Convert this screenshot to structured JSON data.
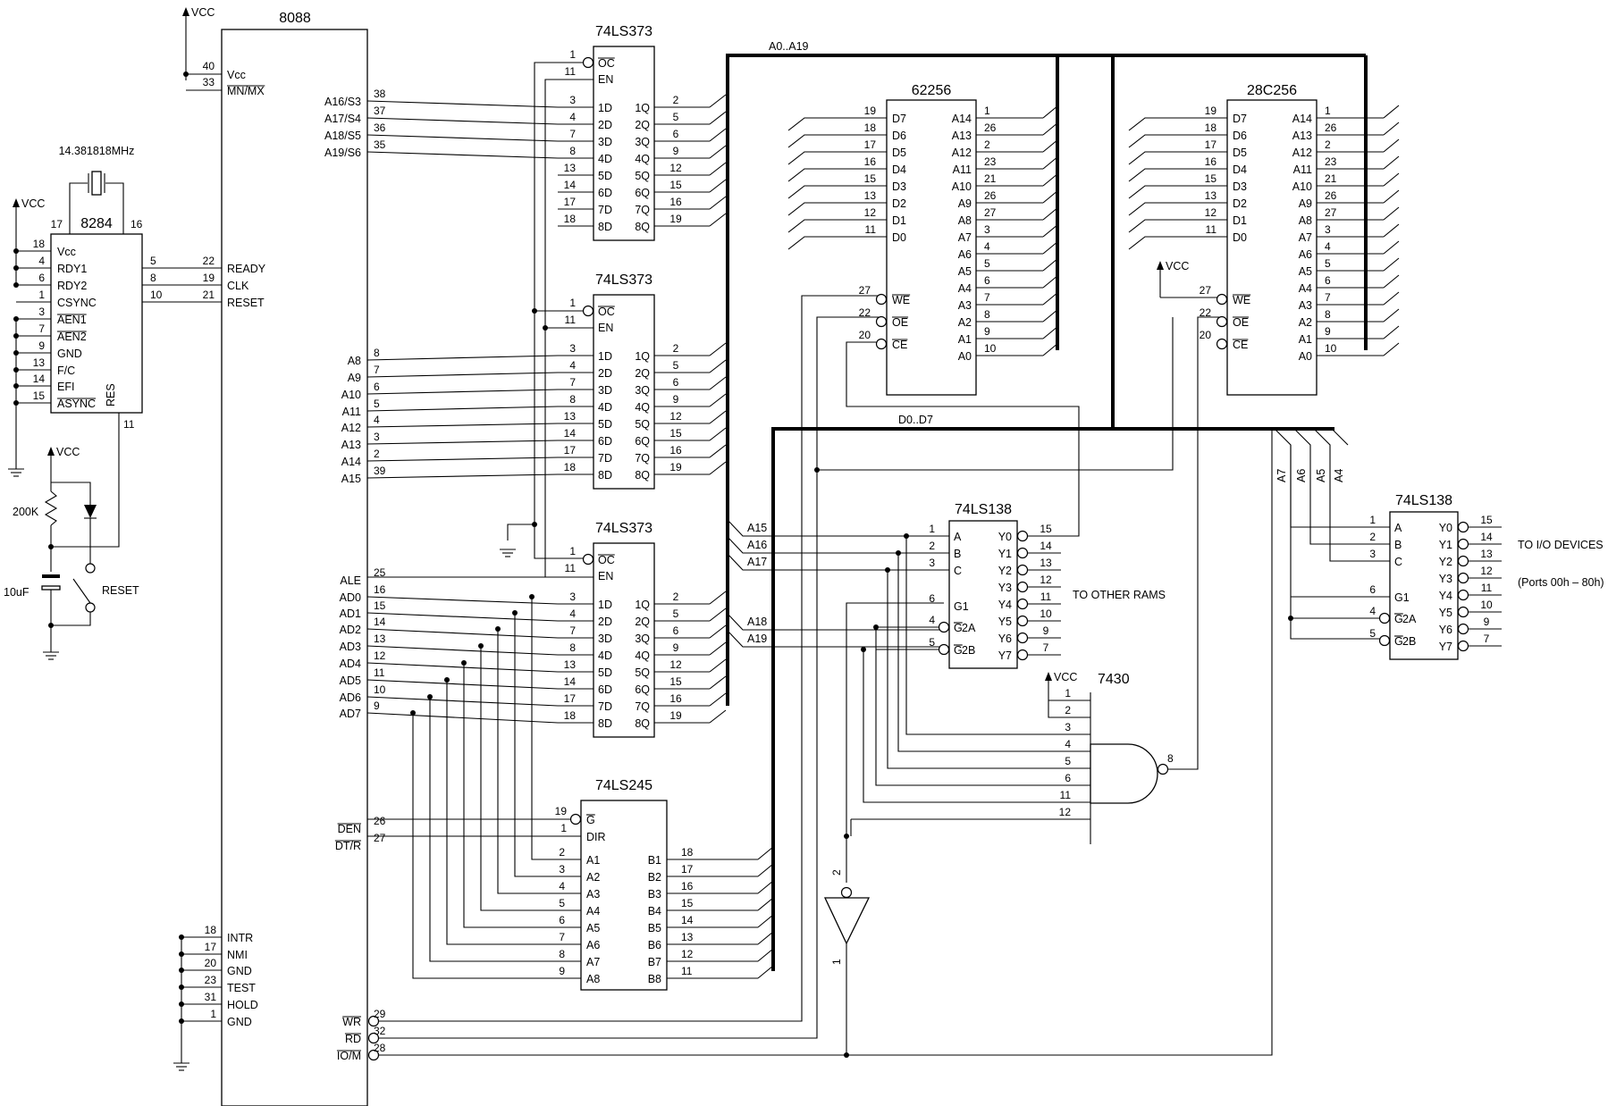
{
  "labels": {
    "vcc": "VCC",
    "crystal": "14.381818MHz",
    "r200k": "200K",
    "c10uf": "10uF",
    "reset": "RESET",
    "bus_a": "A0..A19",
    "bus_d": "D0..D7",
    "other_rams": "TO OTHER RAMS",
    "io_devices": "TO I/O DEVICES",
    "ports": "(Ports 00h – 80h)"
  },
  "chips": {
    "cpu": {
      "name": "8088",
      "top": [
        {
          "num": "40",
          "sig": "Vcc",
          "bar": false
        },
        {
          "num": "33",
          "sig": "MN/MX",
          "bar": true
        }
      ],
      "right": [
        {
          "num": "38",
          "sig": "A16/S3"
        },
        {
          "num": "37",
          "sig": "A17/S4"
        },
        {
          "num": "36",
          "sig": "A18/S5"
        },
        {
          "num": "35",
          "sig": "A19/S6"
        },
        {
          "num": "8",
          "sig": "A8"
        },
        {
          "num": "7",
          "sig": "A9"
        },
        {
          "num": "6",
          "sig": "A10"
        },
        {
          "num": "5",
          "sig": "A11"
        },
        {
          "num": "4",
          "sig": "A12"
        },
        {
          "num": "3",
          "sig": "A13"
        },
        {
          "num": "2",
          "sig": "A14"
        },
        {
          "num": "39",
          "sig": "A15"
        },
        {
          "num": "25",
          "sig": "ALE"
        },
        {
          "num": "16",
          "sig": "AD0"
        },
        {
          "num": "15",
          "sig": "AD1"
        },
        {
          "num": "14",
          "sig": "AD2"
        },
        {
          "num": "13",
          "sig": "AD3"
        },
        {
          "num": "12",
          "sig": "AD4"
        },
        {
          "num": "11",
          "sig": "AD5"
        },
        {
          "num": "10",
          "sig": "AD6"
        },
        {
          "num": "9",
          "sig": "AD7"
        },
        {
          "num": "26",
          "sig": "DEN",
          "bar": true
        },
        {
          "num": "27",
          "sig": "DT/R",
          "bar": true
        },
        {
          "num": "29",
          "sig": "WR",
          "bar": true
        },
        {
          "num": "32",
          "sig": "RD",
          "bar": true
        },
        {
          "num": "28",
          "sig": "IO/M",
          "bar": true
        }
      ],
      "left": [
        {
          "num": "18",
          "sig": "INTR"
        },
        {
          "num": "17",
          "sig": "NMI"
        },
        {
          "num": "20",
          "sig": "GND"
        },
        {
          "num": "23",
          "sig": "TEST"
        },
        {
          "num": "31",
          "sig": "HOLD"
        },
        {
          "num": "1",
          "sig": "GND"
        }
      ],
      "clk_in": [
        {
          "num": "22",
          "sig": "READY"
        },
        {
          "num": "19",
          "sig": "CLK"
        },
        {
          "num": "21",
          "sig": "RESET"
        }
      ]
    },
    "clock": {
      "name": "8284",
      "top_pins": [
        "17",
        "16"
      ],
      "left": [
        {
          "num": "18",
          "sig": "Vcc"
        },
        {
          "num": "4",
          "sig": "RDY1"
        },
        {
          "num": "6",
          "sig": "RDY2"
        },
        {
          "num": "1",
          "sig": "CSYNC"
        },
        {
          "num": "3",
          "sig": "AEN1",
          "bar": true
        },
        {
          "num": "7",
          "sig": "AEN2",
          "bar": true
        },
        {
          "num": "9",
          "sig": "GND"
        },
        {
          "num": "13",
          "sig": "F/C"
        },
        {
          "num": "14",
          "sig": "EFI"
        },
        {
          "num": "15",
          "sig": "ASYNC",
          "bar": true
        }
      ],
      "right": [
        {
          "num": "5"
        },
        {
          "num": "8"
        },
        {
          "num": "10"
        }
      ],
      "res_label": "RES",
      "res_pin": "11"
    },
    "latch": {
      "name": "74LS373",
      "ctrl": [
        {
          "num": "1",
          "sig": "OC"
        },
        {
          "num": "11",
          "sig": "EN"
        }
      ],
      "d": [
        "1D",
        "2D",
        "3D",
        "4D",
        "5D",
        "6D",
        "7D",
        "8D"
      ],
      "q": [
        "1Q",
        "2Q",
        "3Q",
        "4Q",
        "5Q",
        "6Q",
        "7Q",
        "8Q"
      ],
      "d_nums": [
        "3",
        "4",
        "7",
        "8",
        "13",
        "14",
        "17",
        "18"
      ],
      "q_nums": [
        "2",
        "5",
        "6",
        "9",
        "12",
        "15",
        "16",
        "19"
      ]
    },
    "xcvr": {
      "name": "74LS245",
      "ctrl": [
        {
          "num": "19",
          "sig": "G"
        },
        {
          "num": "1",
          "sig": "DIR"
        }
      ],
      "a": [
        "A1",
        "A2",
        "A3",
        "A4",
        "A5",
        "A6",
        "A7",
        "A8"
      ],
      "b": [
        "B1",
        "B2",
        "B3",
        "B4",
        "B5",
        "B6",
        "B7",
        "B8"
      ],
      "a_nums": [
        "2",
        "3",
        "4",
        "5",
        "6",
        "7",
        "8",
        "9"
      ],
      "b_nums": [
        "18",
        "17",
        "16",
        "15",
        "14",
        "13",
        "12",
        "11"
      ]
    },
    "ram": {
      "name": "62256",
      "d": [
        "D7",
        "D6",
        "D5",
        "D4",
        "D3",
        "D2",
        "D1",
        "D0"
      ],
      "d_nums": [
        "19",
        "18",
        "17",
        "16",
        "15",
        "13",
        "12",
        "11"
      ],
      "a": [
        "A14",
        "A13",
        "A12",
        "A11",
        "A10",
        "A9",
        "A8",
        "A7",
        "A6",
        "A5",
        "A4",
        "A3",
        "A2",
        "A1",
        "A0"
      ],
      "a_nums": [
        "1",
        "26",
        "2",
        "23",
        "21",
        "26",
        "27",
        "3",
        "4",
        "5",
        "6",
        "7",
        "8",
        "9",
        "10"
      ],
      "ctrl": [
        {
          "num": "27",
          "sig": "WE"
        },
        {
          "num": "22",
          "sig": "OE"
        },
        {
          "num": "20",
          "sig": "CE"
        }
      ]
    },
    "rom": {
      "name": "28C256",
      "d": [
        "D7",
        "D6",
        "D5",
        "D4",
        "D3",
        "D2",
        "D1",
        "D0"
      ],
      "d_nums": [
        "19",
        "18",
        "17",
        "16",
        "15",
        "13",
        "12",
        "11"
      ],
      "a": [
        "A14",
        "A13",
        "A12",
        "A11",
        "A10",
        "A9",
        "A8",
        "A7",
        "A6",
        "A5",
        "A4",
        "A3",
        "A2",
        "A1",
        "A0"
      ],
      "a_nums": [
        "1",
        "26",
        "2",
        "23",
        "21",
        "26",
        "27",
        "3",
        "4",
        "5",
        "6",
        "7",
        "8",
        "9",
        "10"
      ],
      "ctrl": [
        {
          "num": "27",
          "sig": "WE"
        },
        {
          "num": "22",
          "sig": "OE"
        },
        {
          "num": "20",
          "sig": "CE"
        }
      ]
    },
    "decoder": {
      "name": "74LS138",
      "in": [
        {
          "num": "1",
          "sig": "A"
        },
        {
          "num": "2",
          "sig": "B"
        },
        {
          "num": "3",
          "sig": "C"
        },
        {
          "num": "6",
          "sig": "G1"
        },
        {
          "num": "4",
          "sig": "G2A"
        },
        {
          "num": "5",
          "sig": "G2B"
        }
      ],
      "out": [
        "Y0",
        "Y1",
        "Y2",
        "Y3",
        "Y4",
        "Y5",
        "Y6",
        "Y7"
      ],
      "out_nums": [
        "15",
        "14",
        "13",
        "12",
        "11",
        "10",
        "9",
        "7"
      ],
      "addr_in": [
        "A15",
        "A16",
        "A17",
        "A18",
        "A19"
      ],
      "io_addr_in": [
        "A7",
        "A6",
        "A5",
        "A4"
      ]
    },
    "nand": {
      "name": "7430",
      "in_nums": [
        "1",
        "2",
        "3",
        "4",
        "5",
        "6",
        "11",
        "12"
      ],
      "out_num": "8"
    },
    "inverter": {
      "in_num": "2",
      "out_num": "1"
    }
  }
}
